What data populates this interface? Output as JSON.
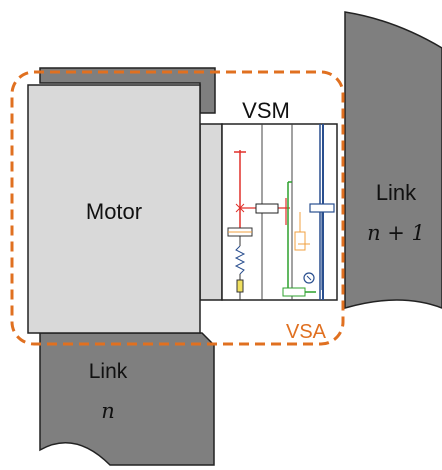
{
  "labels": {
    "motor": "Motor",
    "vsm": "VSM",
    "vsa": "VSA",
    "link_lower_word": "Link",
    "link_lower_var": "n",
    "link_upper_word": "Link",
    "link_upper_expr": "n + 1"
  },
  "colors": {
    "link_fill": "#7f7f7f",
    "motor_fill": "#d9d9d9",
    "vsa_outline": "#e07020",
    "vsa_label": "#e07020",
    "mech_red": "#e0302a",
    "mech_green": "#2ca02c",
    "mech_blue": "#2a4f8f",
    "mech_orange": "#f0a040",
    "mech_olive": "#8a8a30"
  },
  "icons": [
    "spring-icon",
    "damper-icon",
    "gear-icon",
    "motor-symbol-icon"
  ]
}
